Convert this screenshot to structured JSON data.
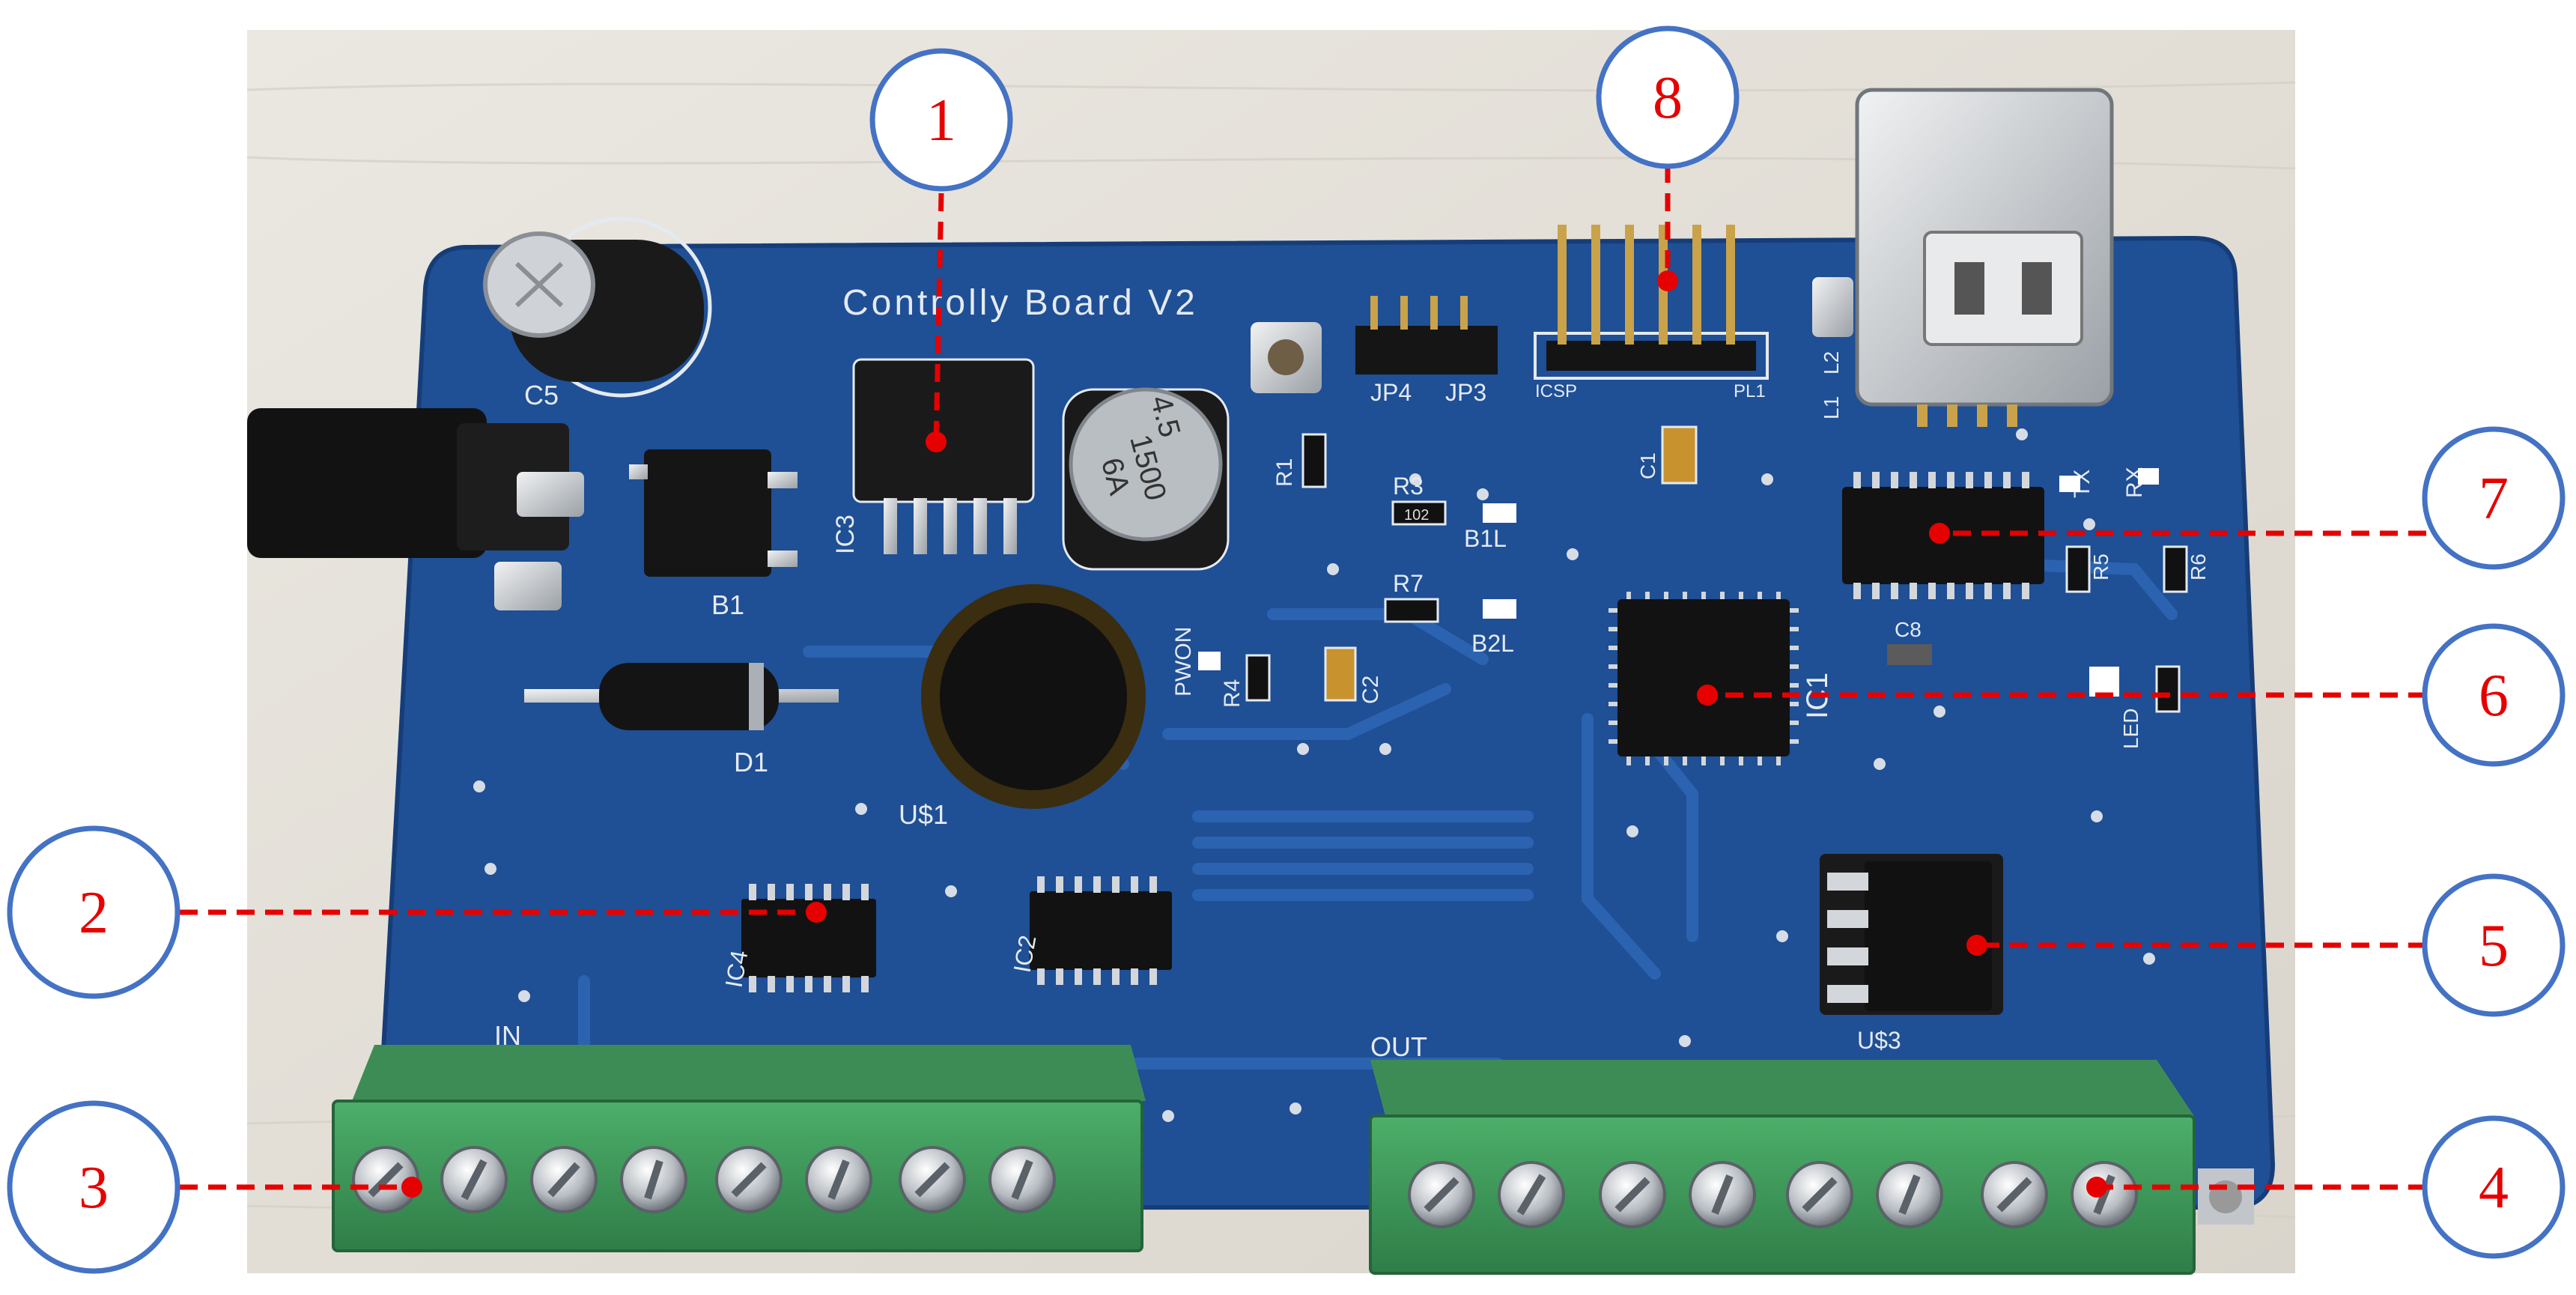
{
  "colors": {
    "background": "#e7e3dc",
    "pcb": "#1f4f95",
    "pcb_dark": "#163d77",
    "silkscreen": "#e4eaf2",
    "terminal_green": "#3d9a5a",
    "callout_circle": "#4472c4",
    "callout_line": "#e60000",
    "callout_text": "#e60000"
  },
  "board": {
    "title": "Controlly Board V2",
    "silkscreen_labels": {
      "c5": "C5",
      "b1": "B1",
      "ic3": "IC3",
      "d1": "D1",
      "u1": "U$1",
      "ic4": "IC4",
      "ic2": "IC2",
      "in": "IN",
      "out": "OUT",
      "jp4": "JP4",
      "jp3": "JP3",
      "r1": "R1",
      "r3": "R3",
      "r7": "R7",
      "b1l": "B1L",
      "b2l": "B2L",
      "r4": "R4",
      "c2": "C2",
      "pwon": "PWON",
      "c1": "C1",
      "icsp": "ICSP",
      "pl1": "PL1",
      "ic1": "IC1",
      "c8": "C8",
      "tx": "TX",
      "rx": "RX",
      "r5": "R5",
      "r6": "R6",
      "led": "LED",
      "u3": "U$3",
      "l1": "L1",
      "l2": "L2",
      "cap_marking": [
        "4.5",
        "1500",
        "6A"
      ],
      "resistor_code": "102"
    }
  },
  "callouts": [
    {
      "number": "1"
    },
    {
      "number": "2"
    },
    {
      "number": "3"
    },
    {
      "number": "4"
    },
    {
      "number": "5"
    },
    {
      "number": "6"
    },
    {
      "number": "7"
    },
    {
      "number": "8"
    }
  ]
}
